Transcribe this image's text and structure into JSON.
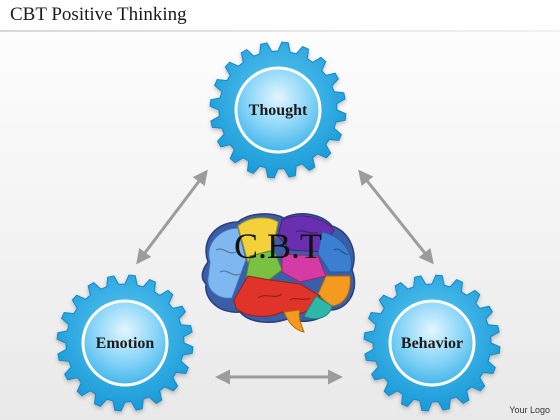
{
  "title": "CBT Positive Thinking",
  "nodes": {
    "thought": {
      "label": "Thought"
    },
    "emotion": {
      "label": "Emotion"
    },
    "behavior": {
      "label": "Behavior"
    }
  },
  "center": {
    "label": "C.B.T"
  },
  "logo": "Your Logo",
  "colors": {
    "gear_outer": "#2eaee6",
    "gear_inner": "#7fd2f7",
    "arrow": "#9c9c9c",
    "brain_red": "#e0342a",
    "brain_purple": "#6a2fb0",
    "brain_yellow": "#f2d13a",
    "brain_green": "#7ac143",
    "brain_blue": "#3a7fd0",
    "brain_magenta": "#d63aa4",
    "brain_orange": "#f39a1f",
    "brain_teal": "#2fb8a8",
    "brain_light_blue": "#7fb8f0"
  }
}
